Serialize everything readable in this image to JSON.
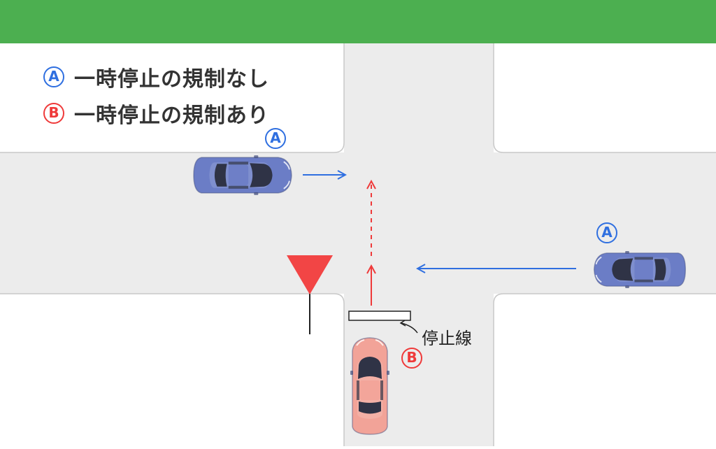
{
  "legend": {
    "a": {
      "marker": "A",
      "text": "一時停止の規制なし",
      "color": "#2f6fe0"
    },
    "b": {
      "marker": "B",
      "text": "一時停止の規制あり",
      "color": "#ef3a3a"
    }
  },
  "vehicles": {
    "car_a1": {
      "marker": "A",
      "color": "#6b7dc6",
      "direction": "right"
    },
    "car_a2": {
      "marker": "A",
      "color": "#6b7dc6",
      "direction": "left"
    },
    "car_b": {
      "marker": "B",
      "color": "#f2a398",
      "direction": "up"
    }
  },
  "stop_line": {
    "label": "停止線"
  },
  "sign": {
    "name": "stop-yield-sign",
    "color": "#f24545"
  },
  "colors": {
    "grass": "#4caf50",
    "road": "#ececec",
    "curb": "#c8c8c8",
    "blue_arrow": "#2f6fe0",
    "red_arrow": "#ef3a3a"
  }
}
